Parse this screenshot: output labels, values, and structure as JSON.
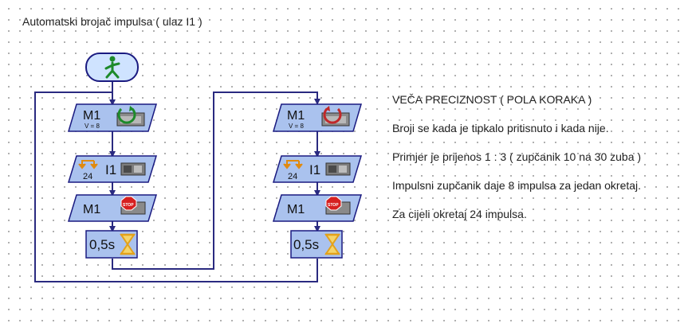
{
  "title": "Automatski brojač impulsa ( ulaz I1 )",
  "notes": [
    "VEČA PRECIZNOST ( POLA KORAKA )",
    "Broji se kada je tipkalo pritisnuto i kada nije.",
    "Primjer je prijenos 1 : 3 ( zupčanik 10 na 30 zuba )",
    "Impulsni zupčanik daje 8 impulsa za jedan okretaj.",
    "Za cijeli okretaj 24 impulsa."
  ],
  "colors": {
    "block_fill": "#aac2ee",
    "block_stroke": "#1a1a80",
    "connector": "#2a2a80",
    "start_fill": "#cfe3ff",
    "start_icon": "#1d8a2a",
    "stop_sign": "#d62020",
    "hourglass": "#e3a11b"
  },
  "flow": {
    "start_icon": "running-man-icon",
    "left": {
      "motor": {
        "label": "M1",
        "sublabel": "V = 8",
        "icon": "motor-left-icon"
      },
      "counter": {
        "count": "24",
        "input": "I1",
        "icon": "sensor-icon"
      },
      "stop": {
        "label": "M1",
        "icon": "stop-sign-icon"
      },
      "wait": {
        "label": "0,5s",
        "icon": "hourglass-icon"
      }
    },
    "right": {
      "motor": {
        "label": "M1",
        "sublabel": "V = 8",
        "icon": "motor-right-icon"
      },
      "counter": {
        "count": "24",
        "input": "I1",
        "icon": "sensor-icon"
      },
      "stop": {
        "label": "M1",
        "icon": "stop-sign-icon"
      },
      "wait": {
        "label": "0,5s",
        "icon": "hourglass-icon"
      }
    }
  }
}
